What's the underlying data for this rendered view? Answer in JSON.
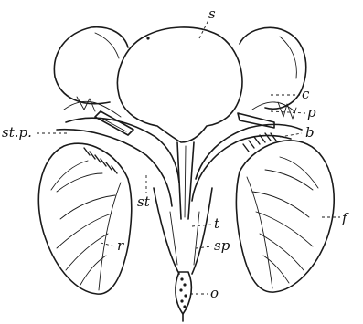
{
  "labels": {
    "s": "s",
    "c": "c",
    "p": "p",
    "b": "b",
    "f": "f",
    "st_p": "st.p.",
    "st": "st",
    "t": "t",
    "sp": "sp",
    "o": "o",
    "r": "r"
  },
  "colors": {
    "ink": "#1a1a1a",
    "paper": "#ffffff"
  }
}
